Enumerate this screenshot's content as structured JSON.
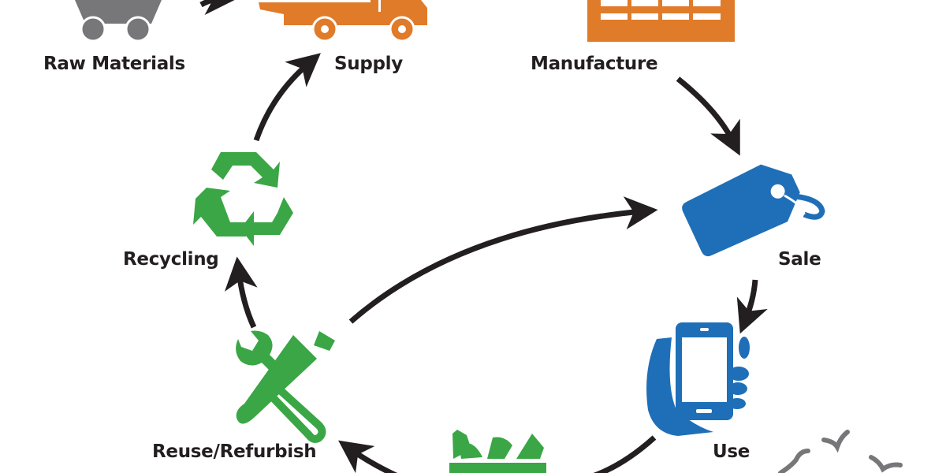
{
  "title": "Circular Economy Cycle",
  "colors": {
    "gray": "#77777a",
    "orange": "#e07b2a",
    "blue": "#1f6fb8",
    "green": "#3aa645",
    "arrow": "#231f20",
    "text": "#231f20"
  },
  "stages": [
    {
      "id": "raw-materials",
      "label": "Raw Materials",
      "icon": "mine-cart-icon"
    },
    {
      "id": "supply",
      "label": "Supply",
      "icon": "delivery-truck-icon"
    },
    {
      "id": "manufacture",
      "label": "Manufacture",
      "icon": "factory-icon"
    },
    {
      "id": "sale",
      "label": "Sale",
      "icon": "price-tag-icon"
    },
    {
      "id": "use",
      "label": "Use",
      "icon": "hand-holding-phone-icon"
    },
    {
      "id": "waste",
      "label": "",
      "icon": "waste-bin-icon"
    },
    {
      "id": "reuse-refurbish",
      "label": "Reuse/Refurbish",
      "icon": "wrench-screwdriver-icon"
    },
    {
      "id": "recycling",
      "label": "Recycling",
      "icon": "recycle-icon"
    }
  ],
  "decorations": [
    {
      "id": "birds",
      "icon": "birds-icon"
    }
  ]
}
